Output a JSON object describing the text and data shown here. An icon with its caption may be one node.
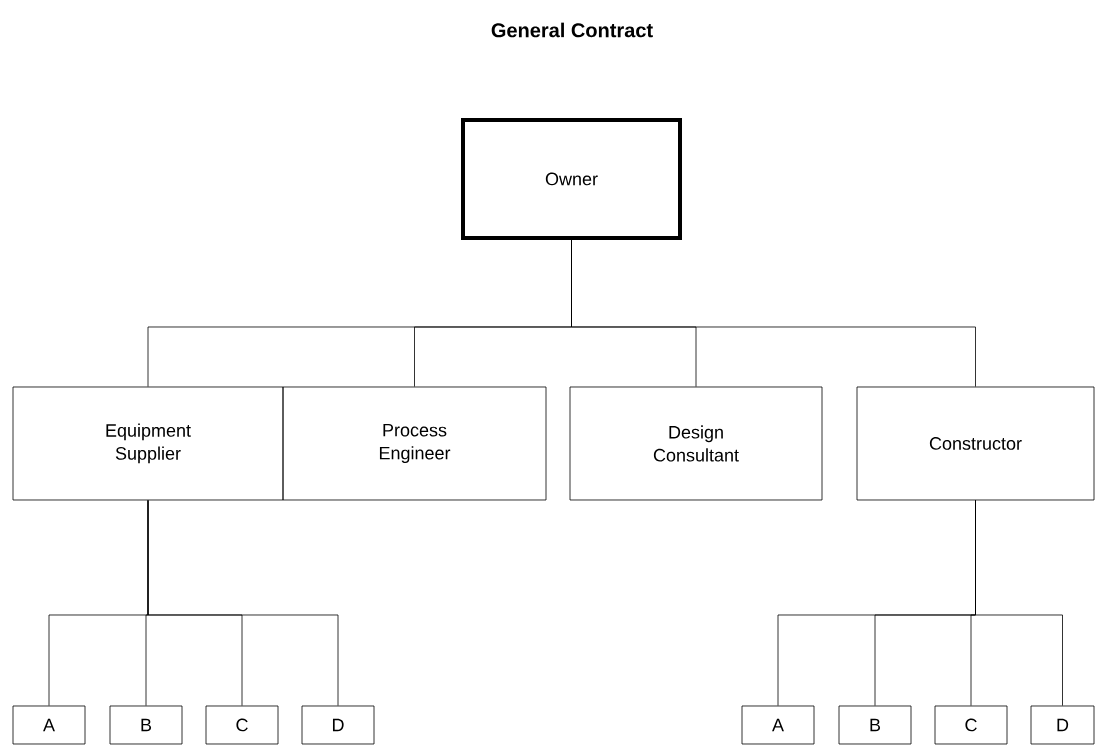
{
  "diagram": {
    "title": "General Contract",
    "nodes": [
      {
        "text": [
          "Owner"
        ]
      },
      {
        "text": [
          "Equipment Supplier"
        ]
      },
      {
        "text": [
          "Process Engineer"
        ]
      },
      {
        "text": [
          "Design Consultant"
        ]
      },
      {
        "text": [
          "Constructor"
        ]
      },
      {
        "text": [
          "A"
        ]
      },
      {
        "text": [
          "B"
        ]
      },
      {
        "text": [
          "C"
        ]
      },
      {
        "text": [
          "D"
        ]
      },
      {
        "text": [
          "A"
        ]
      },
      {
        "text": [
          "B"
        ]
      },
      {
        "text": [
          "C"
        ]
      },
      {
        "text": [
          "D"
        ]
      }
    ],
    "edges": [
      {
        "from": 0,
        "to": 1,
        "arrow": "none"
      },
      {
        "from": 0,
        "to": 2,
        "arrow": "none"
      },
      {
        "from": 0,
        "to": 3,
        "arrow": "none"
      },
      {
        "from": 0,
        "to": 4,
        "arrow": "none"
      },
      {
        "from": 1,
        "to": 5,
        "arrow": "none"
      },
      {
        "from": 1,
        "to": 6,
        "arrow": "none"
      },
      {
        "from": 1,
        "to": 7,
        "arrow": "none"
      },
      {
        "from": 1,
        "to": 8,
        "arrow": "none"
      },
      {
        "from": 4,
        "to": 9,
        "arrow": "none"
      },
      {
        "from": 4,
        "to": 10,
        "arrow": "none"
      },
      {
        "from": 4,
        "to": 11,
        "arrow": "none"
      },
      {
        "from": 4,
        "to": 12,
        "arrow": "none"
      }
    ]
  }
}
